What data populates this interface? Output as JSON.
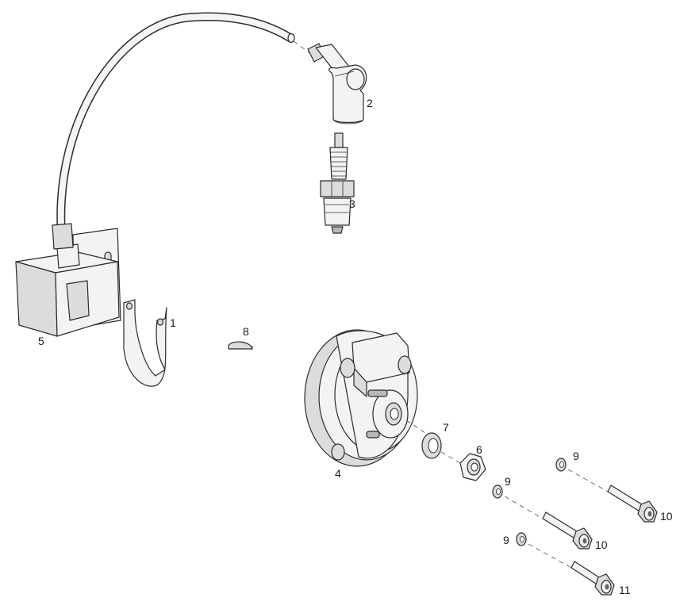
{
  "callouts": [
    {
      "id": "c1",
      "text": "1"
    },
    {
      "id": "c2",
      "text": "2"
    },
    {
      "id": "c3",
      "text": "3"
    },
    {
      "id": "c4",
      "text": "4"
    },
    {
      "id": "c5",
      "text": "5"
    },
    {
      "id": "c6",
      "text": "6"
    },
    {
      "id": "c7",
      "text": "7"
    },
    {
      "id": "c8",
      "text": "8"
    },
    {
      "id": "c9a",
      "text": "9"
    },
    {
      "id": "c9b",
      "text": "9"
    },
    {
      "id": "c9c",
      "text": "9"
    },
    {
      "id": "c10a",
      "text": "10"
    },
    {
      "id": "c10b",
      "text": "10"
    },
    {
      "id": "c11",
      "text": "11"
    }
  ]
}
